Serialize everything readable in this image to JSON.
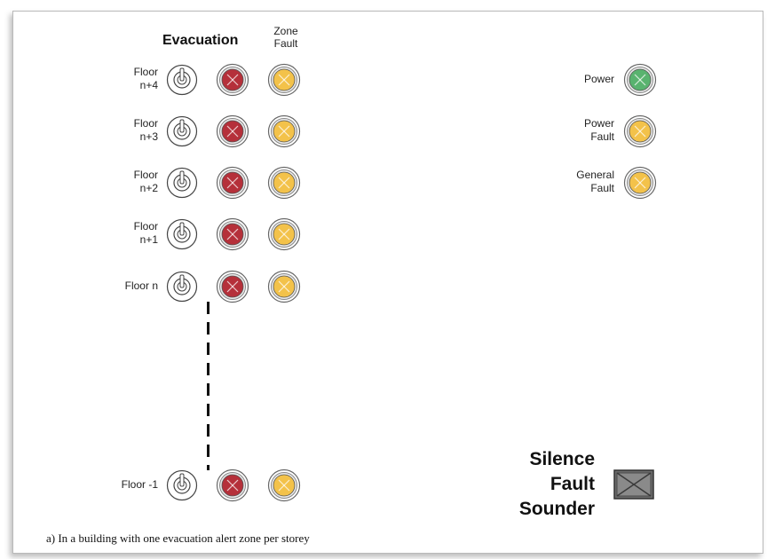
{
  "headers": {
    "evacuation": "Evacuation",
    "zone_fault": [
      "Zone",
      "Fault"
    ]
  },
  "floors": [
    {
      "label": [
        "Floor",
        "n+4"
      ]
    },
    {
      "label": [
        "Floor",
        "n+3"
      ]
    },
    {
      "label": [
        "Floor",
        "n+2"
      ]
    },
    {
      "label": [
        "Floor",
        "n+1"
      ]
    },
    {
      "label": [
        "Floor n"
      ]
    },
    {
      "label": [
        "Floor -1"
      ]
    }
  ],
  "indicators": [
    {
      "label": [
        "Power"
      ],
      "color": "#59b36f"
    },
    {
      "label": [
        "Power",
        "Fault"
      ],
      "color": "#f3c24a"
    },
    {
      "label": [
        "General",
        "Fault"
      ],
      "color": "#f3c24a"
    }
  ],
  "silence": {
    "lines": [
      "Silence",
      "Fault",
      "Sounder"
    ]
  },
  "caption": "a) In a building with one evacuation alert zone per storey",
  "colors": {
    "evacuation_lamp": "#b5303a",
    "zone_fault_lamp": "#f3c24a",
    "power_lamp": "#59b36f"
  }
}
